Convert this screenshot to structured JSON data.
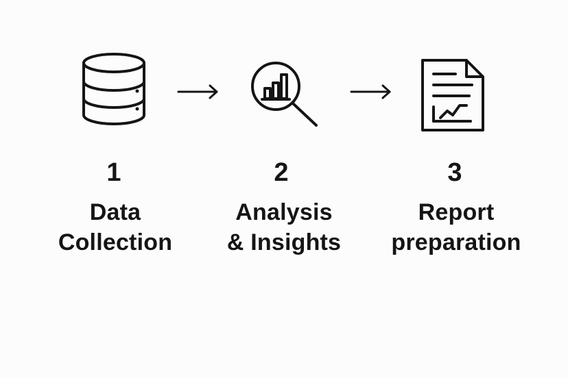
{
  "steps": [
    {
      "number": "1",
      "label_lines": [
        "Data",
        "Collection"
      ],
      "icon": "database-icon"
    },
    {
      "number": "2",
      "label_lines": [
        "Analysis",
        "& Insights"
      ],
      "icon": "magnifier-chart-icon"
    },
    {
      "number": "3",
      "label_lines": [
        "Report",
        "preparation"
      ],
      "icon": "report-document-icon"
    }
  ],
  "connectors": [
    {
      "icon": "arrow-right-icon"
    },
    {
      "icon": "arrow-right-icon"
    }
  ],
  "colors": {
    "background": "#fcfcfc",
    "foreground": "#151515"
  }
}
